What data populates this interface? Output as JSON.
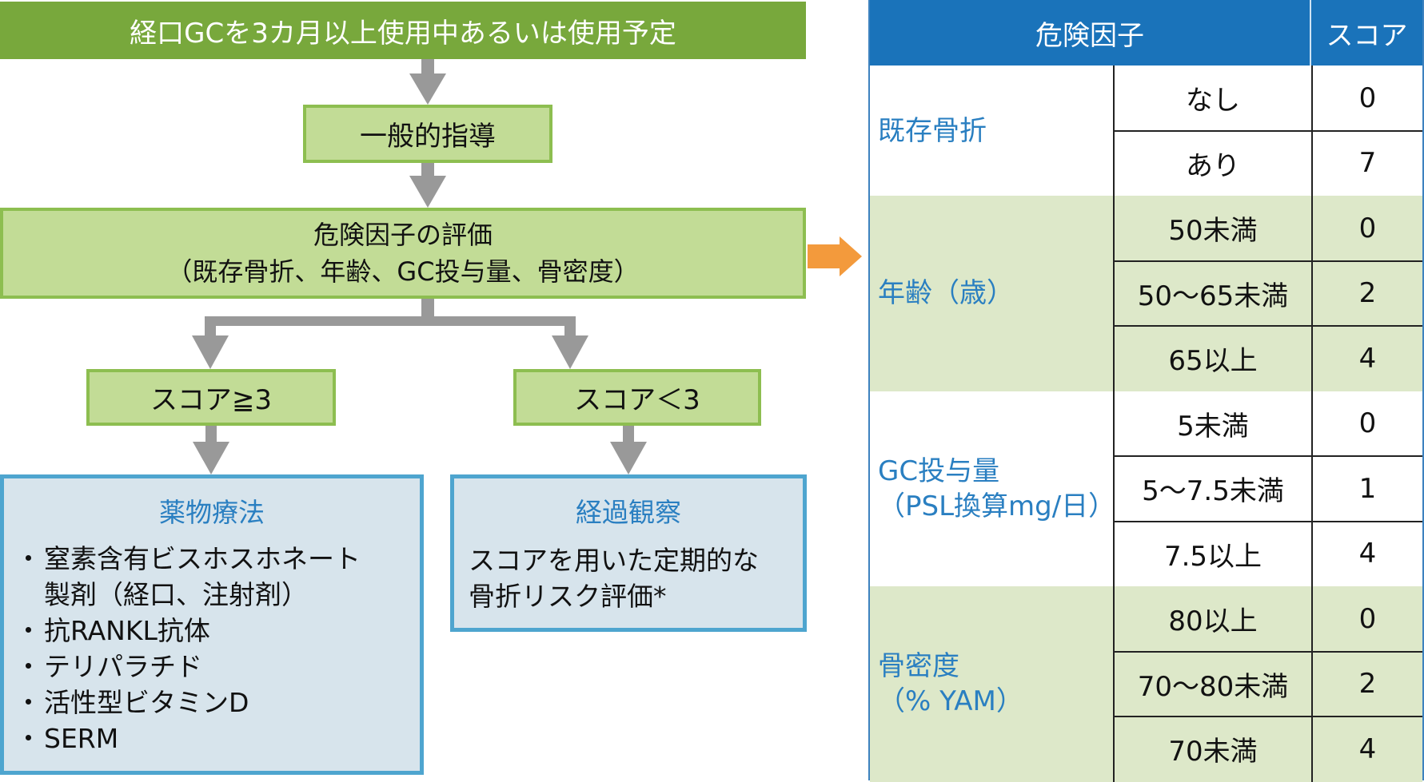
{
  "flowchart": {
    "start": "経口GCを3カ月以上使用中あるいは使用予定",
    "general_guidance": "一般的指導",
    "risk_assessment": {
      "line1": "危険因子の評価",
      "line2": "（既存骨折、年齢、GC投与量、骨密度）"
    },
    "branch_high": "スコア≧3",
    "branch_low": "スコア＜3",
    "drug_therapy": {
      "title": "薬物療法",
      "items": [
        "窒素含有ビスホスホネート製剤（経口、注射剤）",
        "抗RANKL抗体",
        "テリパラチド",
        "活性型ビタミンD",
        "SERM"
      ]
    },
    "observation": {
      "title": "経過観察",
      "text": "スコアを用いた定期的な骨折リスク評価*"
    }
  },
  "table": {
    "header": {
      "factor": "危険因子",
      "score": "スコア"
    },
    "groups": [
      {
        "name": "既存骨折",
        "rows": [
          {
            "option": "なし",
            "score": "0"
          },
          {
            "option": "あり",
            "score": "7"
          }
        ]
      },
      {
        "name": "年齢（歳）",
        "rows": [
          {
            "option": "50未満",
            "score": "0"
          },
          {
            "option": "50〜65未満",
            "score": "2"
          },
          {
            "option": "65以上",
            "score": "4"
          }
        ]
      },
      {
        "name": "GC投与量（PSL換算mg/日）",
        "rows": [
          {
            "option": "5未満",
            "score": "0"
          },
          {
            "option": "5〜7.5未満",
            "score": "1"
          },
          {
            "option": "7.5以上",
            "score": "4"
          }
        ]
      },
      {
        "name": "骨密度（% YAM）",
        "rows": [
          {
            "option": "80以上",
            "score": "0"
          },
          {
            "option": "70〜80未満",
            "score": "2"
          },
          {
            "option": "70未満",
            "score": "4"
          }
        ]
      }
    ]
  },
  "colors": {
    "start_bar": "#78a83c",
    "green_box_fill": "#c2dc96",
    "green_box_border": "#8dbe50",
    "blue_box_fill": "#d7e4ec",
    "blue_box_border": "#4ea5cf",
    "accent_blue": "#2a7fc1",
    "table_header": "#1a73ba",
    "table_shade": "#dde8c9",
    "connector": "#999999",
    "link_arrow": "#f39a3c"
  }
}
